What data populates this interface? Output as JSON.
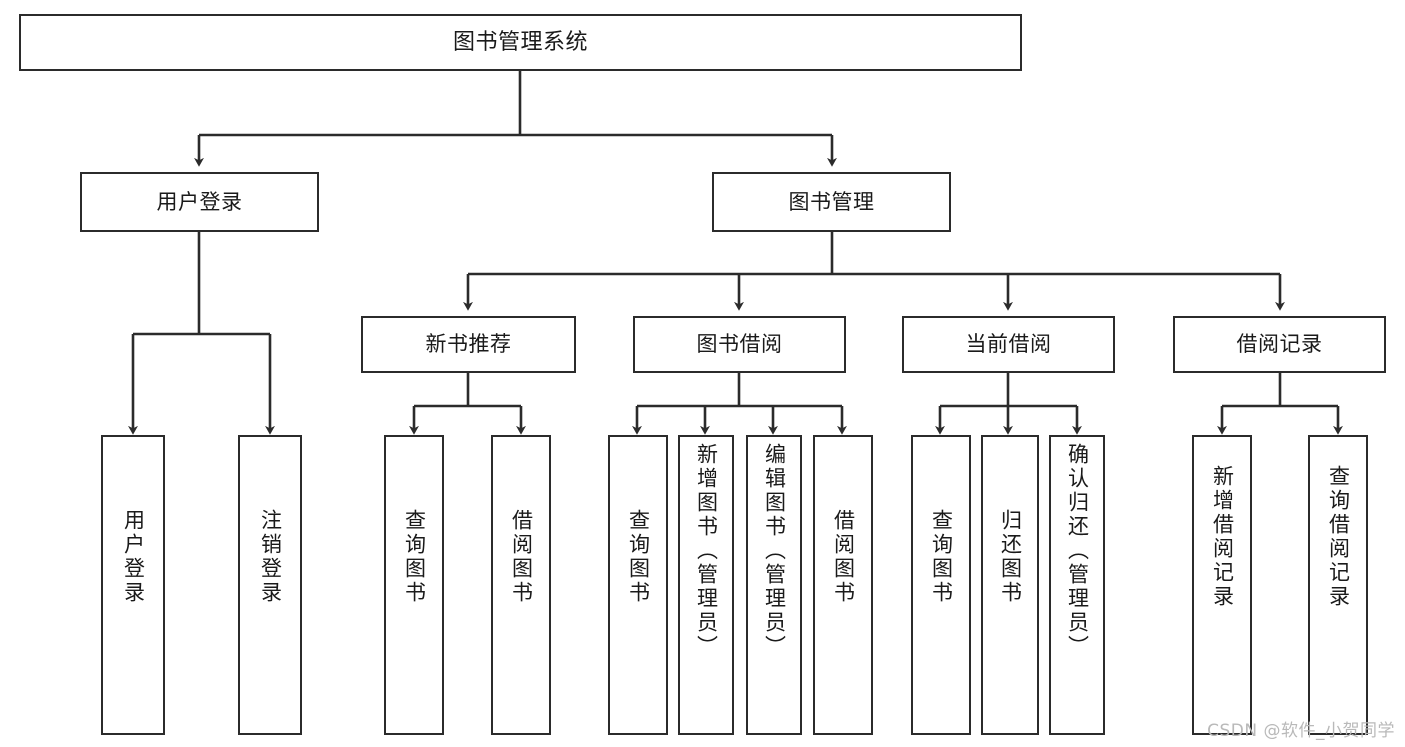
{
  "diagram": {
    "type": "tree",
    "title": "图书管理系统",
    "orientation": "top-down",
    "colors": {
      "box_border": "#2b2b2b",
      "box_fill": "#ffffff",
      "connector": "#2b2b2b",
      "text": "#1a1a1a",
      "background": "#ffffff",
      "watermark": "#b9b9b9"
    },
    "root": {
      "id": "root",
      "label": "图书管理系统",
      "text_direction": "horizontal"
    },
    "level2": [
      {
        "id": "user-login",
        "label": "用户登录",
        "text_direction": "horizontal"
      },
      {
        "id": "book-manage",
        "label": "图书管理",
        "text_direction": "horizontal"
      }
    ],
    "level3": [
      {
        "id": "new-book-recommend",
        "label": "新书推荐",
        "text_direction": "horizontal",
        "parent": "book-manage"
      },
      {
        "id": "book-borrow",
        "label": "图书借阅",
        "text_direction": "horizontal",
        "parent": "book-manage"
      },
      {
        "id": "current-borrow",
        "label": "当前借阅",
        "text_direction": "horizontal",
        "parent": "book-manage"
      },
      {
        "id": "borrow-record",
        "label": "借阅记录",
        "text_direction": "horizontal",
        "parent": "book-manage"
      }
    ],
    "leaves": [
      {
        "id": "leaf-user-login",
        "label": "用户登录",
        "parent": "user-login",
        "text_direction": "vertical"
      },
      {
        "id": "leaf-logout",
        "label": "注销登录",
        "parent": "user-login",
        "text_direction": "vertical"
      },
      {
        "id": "leaf-query-book-1",
        "label": "查询图书",
        "parent": "new-book-recommend",
        "text_direction": "vertical"
      },
      {
        "id": "leaf-borrow-book-1",
        "label": "借阅图书",
        "parent": "new-book-recommend",
        "text_direction": "vertical"
      },
      {
        "id": "leaf-query-book-2",
        "label": "查询图书",
        "parent": "book-borrow",
        "text_direction": "vertical"
      },
      {
        "id": "leaf-add-book",
        "label": "新增图书（管理员）",
        "parent": "book-borrow",
        "text_direction": "vertical"
      },
      {
        "id": "leaf-edit-book",
        "label": "编辑图书（管理员）",
        "parent": "book-borrow",
        "text_direction": "vertical"
      },
      {
        "id": "leaf-borrow-book-2",
        "label": "借阅图书",
        "parent": "book-borrow",
        "text_direction": "vertical"
      },
      {
        "id": "leaf-query-book-3",
        "label": "查询图书",
        "parent": "current-borrow",
        "text_direction": "vertical"
      },
      {
        "id": "leaf-return-book",
        "label": "归还图书",
        "parent": "current-borrow",
        "text_direction": "vertical"
      },
      {
        "id": "leaf-confirm-return",
        "label": "确认归还（管理员）",
        "parent": "current-borrow",
        "text_direction": "vertical"
      },
      {
        "id": "leaf-add-record",
        "label": "新增借阅记录",
        "parent": "borrow-record",
        "text_direction": "vertical"
      },
      {
        "id": "leaf-query-record",
        "label": "查询借阅记录",
        "parent": "borrow-record",
        "text_direction": "vertical"
      }
    ],
    "watermark": "CSDN @软件_小贺同学"
  }
}
